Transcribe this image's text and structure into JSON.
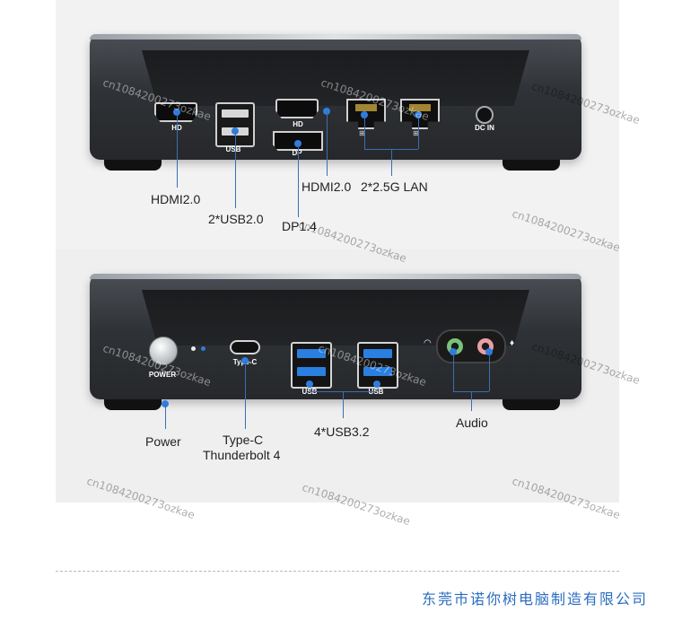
{
  "top_panel": {
    "port_labels": {
      "hdmi1": "HD",
      "usb2": "USB",
      "hdmi2": "HD",
      "dp": "DP",
      "dc_in": "DC IN"
    },
    "callouts": {
      "hdmi": "HDMI2.0",
      "usb2": "2*USB2.0",
      "dp": "DP1.4",
      "hdmi_right": "HDMI2.0",
      "lan": "2*2.5G LAN"
    }
  },
  "bottom_panel": {
    "port_labels": {
      "power": "POWER",
      "typec": "Type-C",
      "usb3_left": "USB",
      "usb3_right": "USB"
    },
    "callouts": {
      "power": "Power",
      "typec_line1": "Type-C",
      "typec_line2": "Thunderbolt 4",
      "usb3": "4*USB3.2",
      "audio": "Audio"
    }
  },
  "watermark": "cn1084200273ozkae",
  "company_name": "东莞市诺你树电脑制造有限公司",
  "colors": {
    "accent_blue": "#2f7de0",
    "callout_line": "#3a6fb5",
    "company_text": "#2a6cc0",
    "device_body": "#2f3236"
  }
}
